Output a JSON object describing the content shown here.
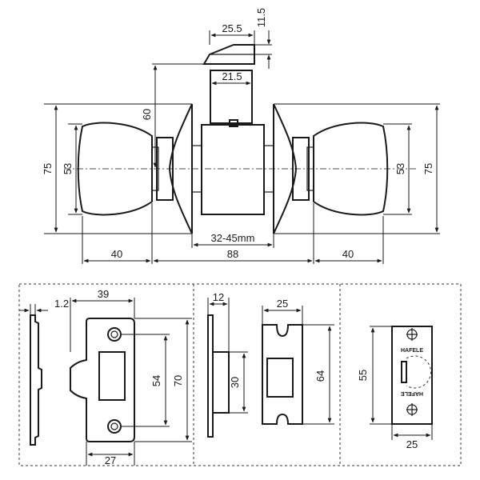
{
  "colors": {
    "line": "#1a1a1a",
    "background": "#ffffff"
  },
  "top_view": {
    "latch_width": "25.5",
    "latch_height": "11.5",
    "latch_body": "21.5",
    "backset": "60",
    "rose_left": "75",
    "knob_left": "53",
    "knob_right": "53",
    "rose_right": "75",
    "door_thickness": "32-45mm",
    "knob_len_left": "40",
    "body_span": "88",
    "knob_len_right": "40"
  },
  "strike_plate": {
    "thickness": "1.2",
    "width": "39",
    "hole_spacing": "54",
    "height": "70",
    "bottom_width": "27"
  },
  "latch_faceplate": {
    "depth": "12",
    "width": "25",
    "opening": "30",
    "height": "64"
  },
  "small_plate": {
    "height": "55",
    "width": "25",
    "brand": "HAFELE"
  }
}
